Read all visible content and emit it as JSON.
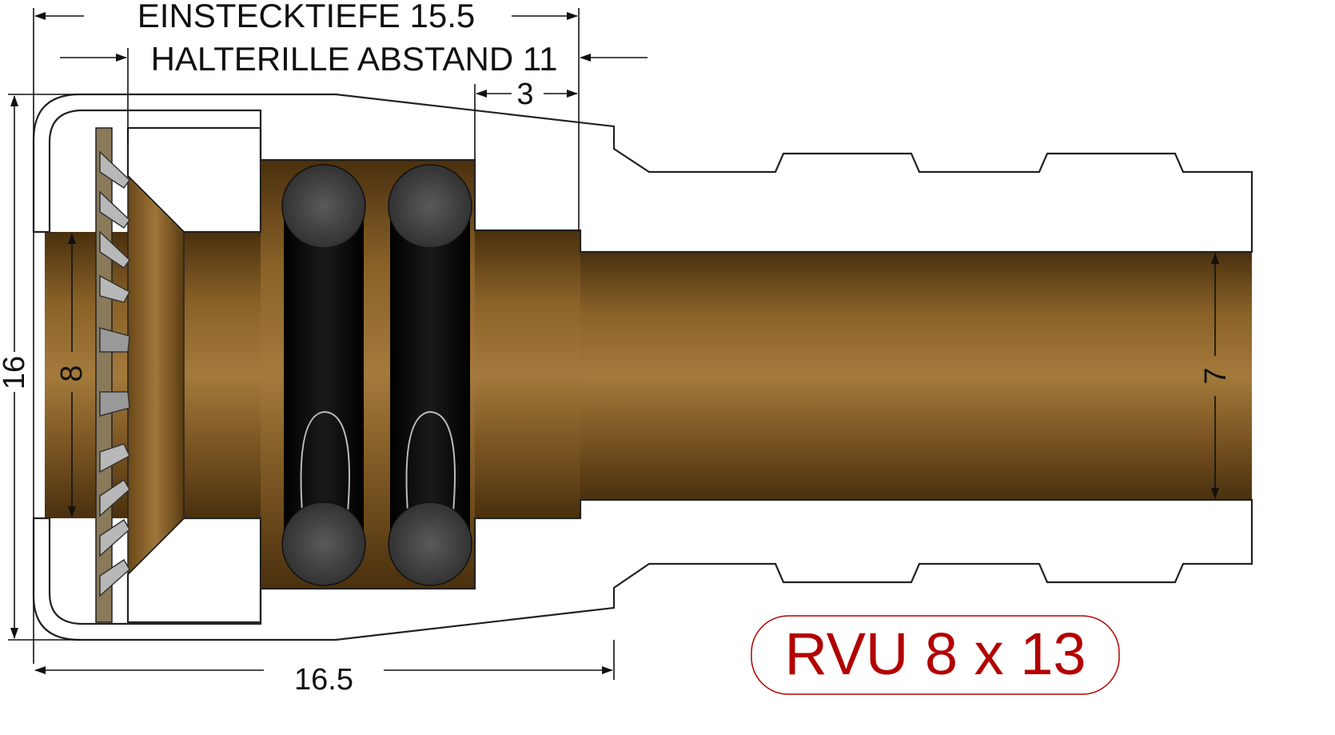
{
  "dimensions": {
    "insertion_depth": "EINSTECKTIEFE 15.5",
    "groove_distance": "HALTERILLE ABSTAND 11",
    "offset": "3",
    "outer_diameter": "16",
    "inner_diameter_left": "8",
    "inner_diameter_right": "7",
    "length": "16.5"
  },
  "part_label": "RVU 8 x 13",
  "colors": {
    "brass": "#f4e38a",
    "hatch": "#5a4a28",
    "bore_dark": "#5a3c14",
    "bore_light": "#9a7236",
    "oring": "#3a3a3a",
    "label_red": "#b30000"
  }
}
